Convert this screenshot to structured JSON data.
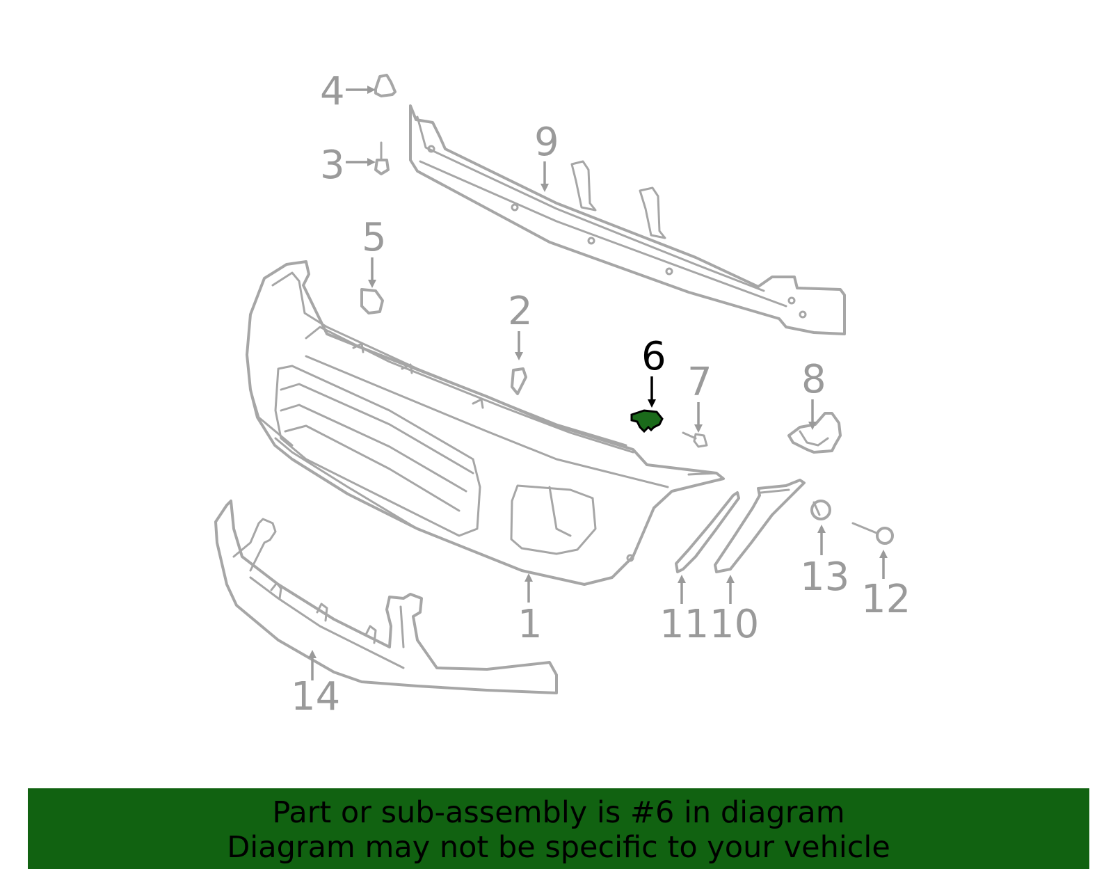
{
  "diagram": {
    "highlighted_callout": "6",
    "callouts": [
      {
        "id": "c1",
        "label": "1"
      },
      {
        "id": "c2",
        "label": "2"
      },
      {
        "id": "c3",
        "label": "3"
      },
      {
        "id": "c4",
        "label": "4"
      },
      {
        "id": "c5",
        "label": "5"
      },
      {
        "id": "c6",
        "label": "6"
      },
      {
        "id": "c7",
        "label": "7"
      },
      {
        "id": "c8",
        "label": "8"
      },
      {
        "id": "c9",
        "label": "9"
      },
      {
        "id": "c10",
        "label": "10"
      },
      {
        "id": "c11",
        "label": "11"
      },
      {
        "id": "c12",
        "label": "12"
      },
      {
        "id": "c13",
        "label": "13"
      },
      {
        "id": "c14",
        "label": "14"
      }
    ],
    "colors": {
      "part_stroke": "#a6a6a6",
      "callout_text": "#9a9a9a",
      "highlight_fill": "#1b6b1b",
      "banner_background": "#116211"
    }
  },
  "banner": {
    "line1": "Part or sub-assembly is #6 in diagram",
    "line2": "Diagram may not be specific to your vehicle"
  }
}
